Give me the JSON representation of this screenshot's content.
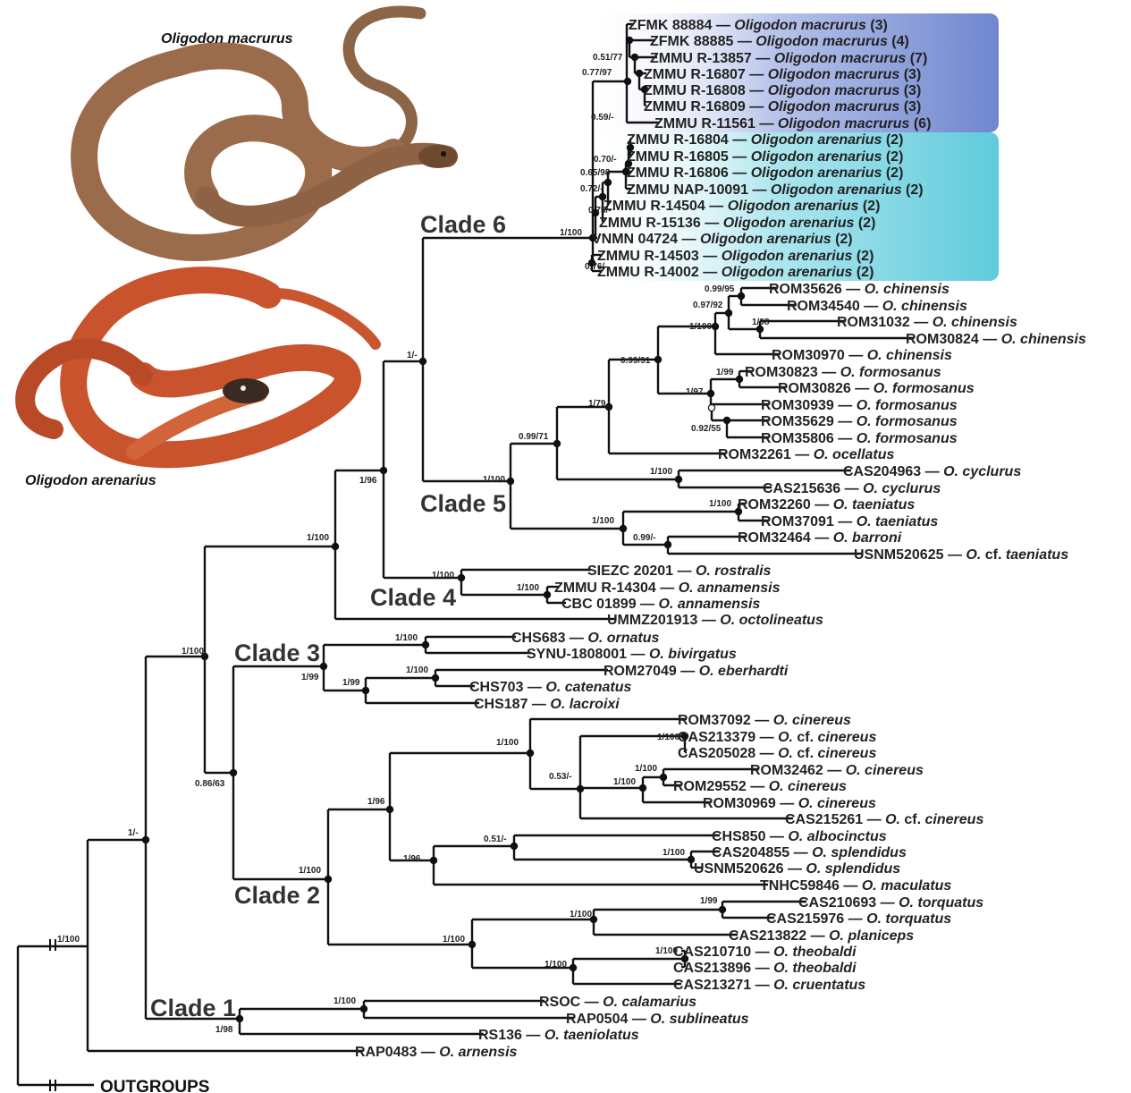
{
  "photos": [
    {
      "caption": "Oligodon macrurus"
    },
    {
      "caption": "Oligodon arenarius"
    }
  ],
  "outgroups_label": "OUTGROUPS",
  "clade_labels": [
    "Clade 6",
    "Clade 5",
    "Clade 4",
    "Clade 3",
    "Clade 2",
    "Clade 1"
  ],
  "colors": {
    "macrurus_box": "#6f86cf",
    "arenarius_box": "#5fcbdc",
    "branch": "#111111"
  },
  "tips": [
    {
      "id": "ZFMK 88884",
      "species": "Oligodon macrurus",
      "suffix": "(3)",
      "bold": false
    },
    {
      "id": "ZFMK 88885",
      "species": "Oligodon macrurus",
      "suffix": "(4)",
      "bold": false
    },
    {
      "id": "ZMMU R-13857",
      "species": "Oligodon macrurus",
      "suffix": "(7)",
      "bold": false
    },
    {
      "id": "ZMMU R-16807",
      "species": "Oligodon macrurus",
      "suffix": "(3)",
      "bold": true
    },
    {
      "id": "ZMMU R-16808",
      "species": "Oligodon macrurus",
      "suffix": "(3)",
      "bold": true
    },
    {
      "id": "ZMMU R-16809",
      "species": "Oligodon macrurus",
      "suffix": "(3)",
      "bold": true
    },
    {
      "id": "ZMMU R-11561",
      "species": "Oligodon macrurus",
      "suffix": "(6)",
      "bold": false
    },
    {
      "id": "ZMMU R-16804",
      "species": "Oligodon arenarius",
      "suffix": "(2)",
      "bold": true
    },
    {
      "id": "ZMMU R-16805",
      "species": "Oligodon arenarius",
      "suffix": "(2)",
      "bold": true
    },
    {
      "id": "ZMMU R-16806",
      "species": "Oligodon arenarius",
      "suffix": "(2)",
      "bold": true
    },
    {
      "id": "ZMMU NAP-10091",
      "species": "Oligodon arenarius",
      "suffix": "(2)",
      "bold": true
    },
    {
      "id": "ZMMU R-14504",
      "species": "Oligodon arenarius",
      "suffix": "(2)",
      "bold": false
    },
    {
      "id": "ZMMU R-15136",
      "species": "Oligodon arenarius",
      "suffix": "(2)",
      "bold": false
    },
    {
      "id": "VNMN 04724",
      "species": "Oligodon arenarius",
      "suffix": "(2)",
      "bold": false
    },
    {
      "id": "ZMMU R-14503",
      "species": "Oligodon arenarius",
      "suffix": "(2)",
      "bold": false
    },
    {
      "id": "ZMMU R-14002",
      "species": "Oligodon arenarius",
      "suffix": "(2)",
      "bold": false
    },
    {
      "id": "ROM35626",
      "species": "O. chinensis",
      "suffix": "",
      "bold": false
    },
    {
      "id": "ROM34540",
      "species": "O. chinensis",
      "suffix": "",
      "bold": false
    },
    {
      "id": "ROM31032",
      "species": "O. chinensis",
      "suffix": "",
      "bold": false
    },
    {
      "id": "ROM30824",
      "species": "O. chinensis",
      "suffix": "",
      "bold": false
    },
    {
      "id": "ROM30970",
      "species": "O. chinensis",
      "suffix": "",
      "bold": false
    },
    {
      "id": "ROM30823",
      "species": "O. formosanus",
      "suffix": "",
      "bold": false
    },
    {
      "id": "ROM30826",
      "species": "O. formosanus",
      "suffix": "",
      "bold": false
    },
    {
      "id": "ROM30939",
      "species": "O. formosanus",
      "suffix": "",
      "bold": false
    },
    {
      "id": "ROM35629",
      "species": "O. formosanus",
      "suffix": "",
      "bold": false
    },
    {
      "id": "ROM35806",
      "species": "O. formosanus",
      "suffix": "",
      "bold": false
    },
    {
      "id": "ROM32261",
      "species": "O. ocellatus",
      "suffix": "",
      "bold": false
    },
    {
      "id": "CAS204963",
      "species": "O. cyclurus",
      "suffix": "",
      "bold": false
    },
    {
      "id": "CAS215636",
      "species": "O. cyclurus",
      "suffix": "",
      "bold": false
    },
    {
      "id": "ROM32260",
      "species": "O. taeniatus",
      "suffix": "",
      "bold": false
    },
    {
      "id": "ROM37091",
      "species": "O. taeniatus",
      "suffix": "",
      "bold": false
    },
    {
      "id": "ROM32464",
      "species": "O. barroni",
      "suffix": "",
      "bold": false
    },
    {
      "id": "USNM520625",
      "species": "O. cf. taeniatus",
      "suffix": "",
      "bold": false
    },
    {
      "id": "SIEZC 20201",
      "species": "O. rostralis",
      "suffix": "",
      "bold": false
    },
    {
      "id": "ZMMU R-14304",
      "species": "O. annamensis",
      "suffix": "",
      "bold": false
    },
    {
      "id": "CBC 01899",
      "species": "O. annamensis",
      "suffix": "",
      "bold": false
    },
    {
      "id": "UMMZ201913",
      "species": "O. octolineatus",
      "suffix": "",
      "bold": false
    },
    {
      "id": "CHS683",
      "species": "O. ornatus",
      "suffix": "",
      "bold": false
    },
    {
      "id": "SYNU-1808001",
      "species": "O. bivirgatus",
      "suffix": "",
      "bold": false
    },
    {
      "id": "ROM27049",
      "species": "O. eberhardti",
      "suffix": "",
      "bold": false
    },
    {
      "id": "CHS703",
      "species": "O. catenatus",
      "suffix": "",
      "bold": false
    },
    {
      "id": "CHS187",
      "species": "O. lacroixi",
      "suffix": "",
      "bold": false
    },
    {
      "id": "ROM37092",
      "species": "O. cinereus",
      "suffix": "",
      "bold": false
    },
    {
      "id": "CAS213379",
      "species": "O. cf. cinereus",
      "suffix": "",
      "bold": false
    },
    {
      "id": "CAS205028",
      "species": "O. cf. cinereus",
      "suffix": "",
      "bold": false
    },
    {
      "id": "ROM32462",
      "species": "O. cinereus",
      "suffix": "",
      "bold": false
    },
    {
      "id": "ROM29552",
      "species": "O. cinereus",
      "suffix": "",
      "bold": false
    },
    {
      "id": "ROM30969",
      "species": "O. cinereus",
      "suffix": "",
      "bold": false
    },
    {
      "id": "CAS215261",
      "species": "O. cf. cinereus",
      "suffix": "",
      "bold": false
    },
    {
      "id": "CHS850",
      "species": "O. albocinctus",
      "suffix": "",
      "bold": false
    },
    {
      "id": "CAS204855",
      "species": "O. splendidus",
      "suffix": "",
      "bold": false
    },
    {
      "id": "USNM520626",
      "species": "O. splendidus",
      "suffix": "",
      "bold": false
    },
    {
      "id": "TNHC59846",
      "species": "O. maculatus",
      "suffix": "",
      "bold": false
    },
    {
      "id": "CAS210693",
      "species": "O. torquatus",
      "suffix": "",
      "bold": false
    },
    {
      "id": "CAS215976",
      "species": "O. torquatus",
      "suffix": "",
      "bold": false
    },
    {
      "id": "CAS213822",
      "species": "O. planiceps",
      "suffix": "",
      "bold": false
    },
    {
      "id": "CAS210710",
      "species": "O. theobaldi",
      "suffix": "",
      "bold": false
    },
    {
      "id": "CAS213896",
      "species": "O. theobaldi",
      "suffix": "",
      "bold": false
    },
    {
      "id": "CAS213271",
      "species": "O. cruentatus",
      "suffix": "",
      "bold": false
    },
    {
      "id": "RSOC",
      "species": "O. calamarius",
      "suffix": "",
      "bold": false
    },
    {
      "id": "RAP0504",
      "species": "O. sublineatus",
      "suffix": "",
      "bold": false
    },
    {
      "id": "RS136",
      "species": "O. taeniolatus",
      "suffix": "",
      "bold": false
    },
    {
      "id": "RAP0483",
      "species": "O. arnensis",
      "suffix": "",
      "bold": false
    }
  ],
  "supports": [
    "0.51/77",
    "0.77/97",
    "0.59/-",
    "0.70/-",
    "0.65/98",
    "0.72/-",
    "0.75/-",
    "1/100",
    "0.76/-",
    "0.99/95",
    "0.97/92",
    "1/98",
    "1/100",
    "0.99/91",
    "1/99",
    "1/97",
    "0.92/55",
    "1/79",
    "0.99/71",
    "1/100",
    "1/100",
    "1/100",
    "1/100",
    "0.99/-",
    "1/-",
    "1/96",
    "1/100",
    "1/100",
    "1/100",
    "1/100",
    "1/99",
    "1/100",
    "1/99",
    "1/96",
    "1/100",
    "1/100",
    "1/100",
    "0.53/-",
    "1/100",
    "1/96",
    "1/100",
    "1/100",
    "0.51/-",
    "1/100",
    "1/99",
    "1/100",
    "1/100",
    "1/100",
    "1/100",
    "0.86/63",
    "1/-",
    "1/100",
    "1/100",
    "1/98"
  ]
}
